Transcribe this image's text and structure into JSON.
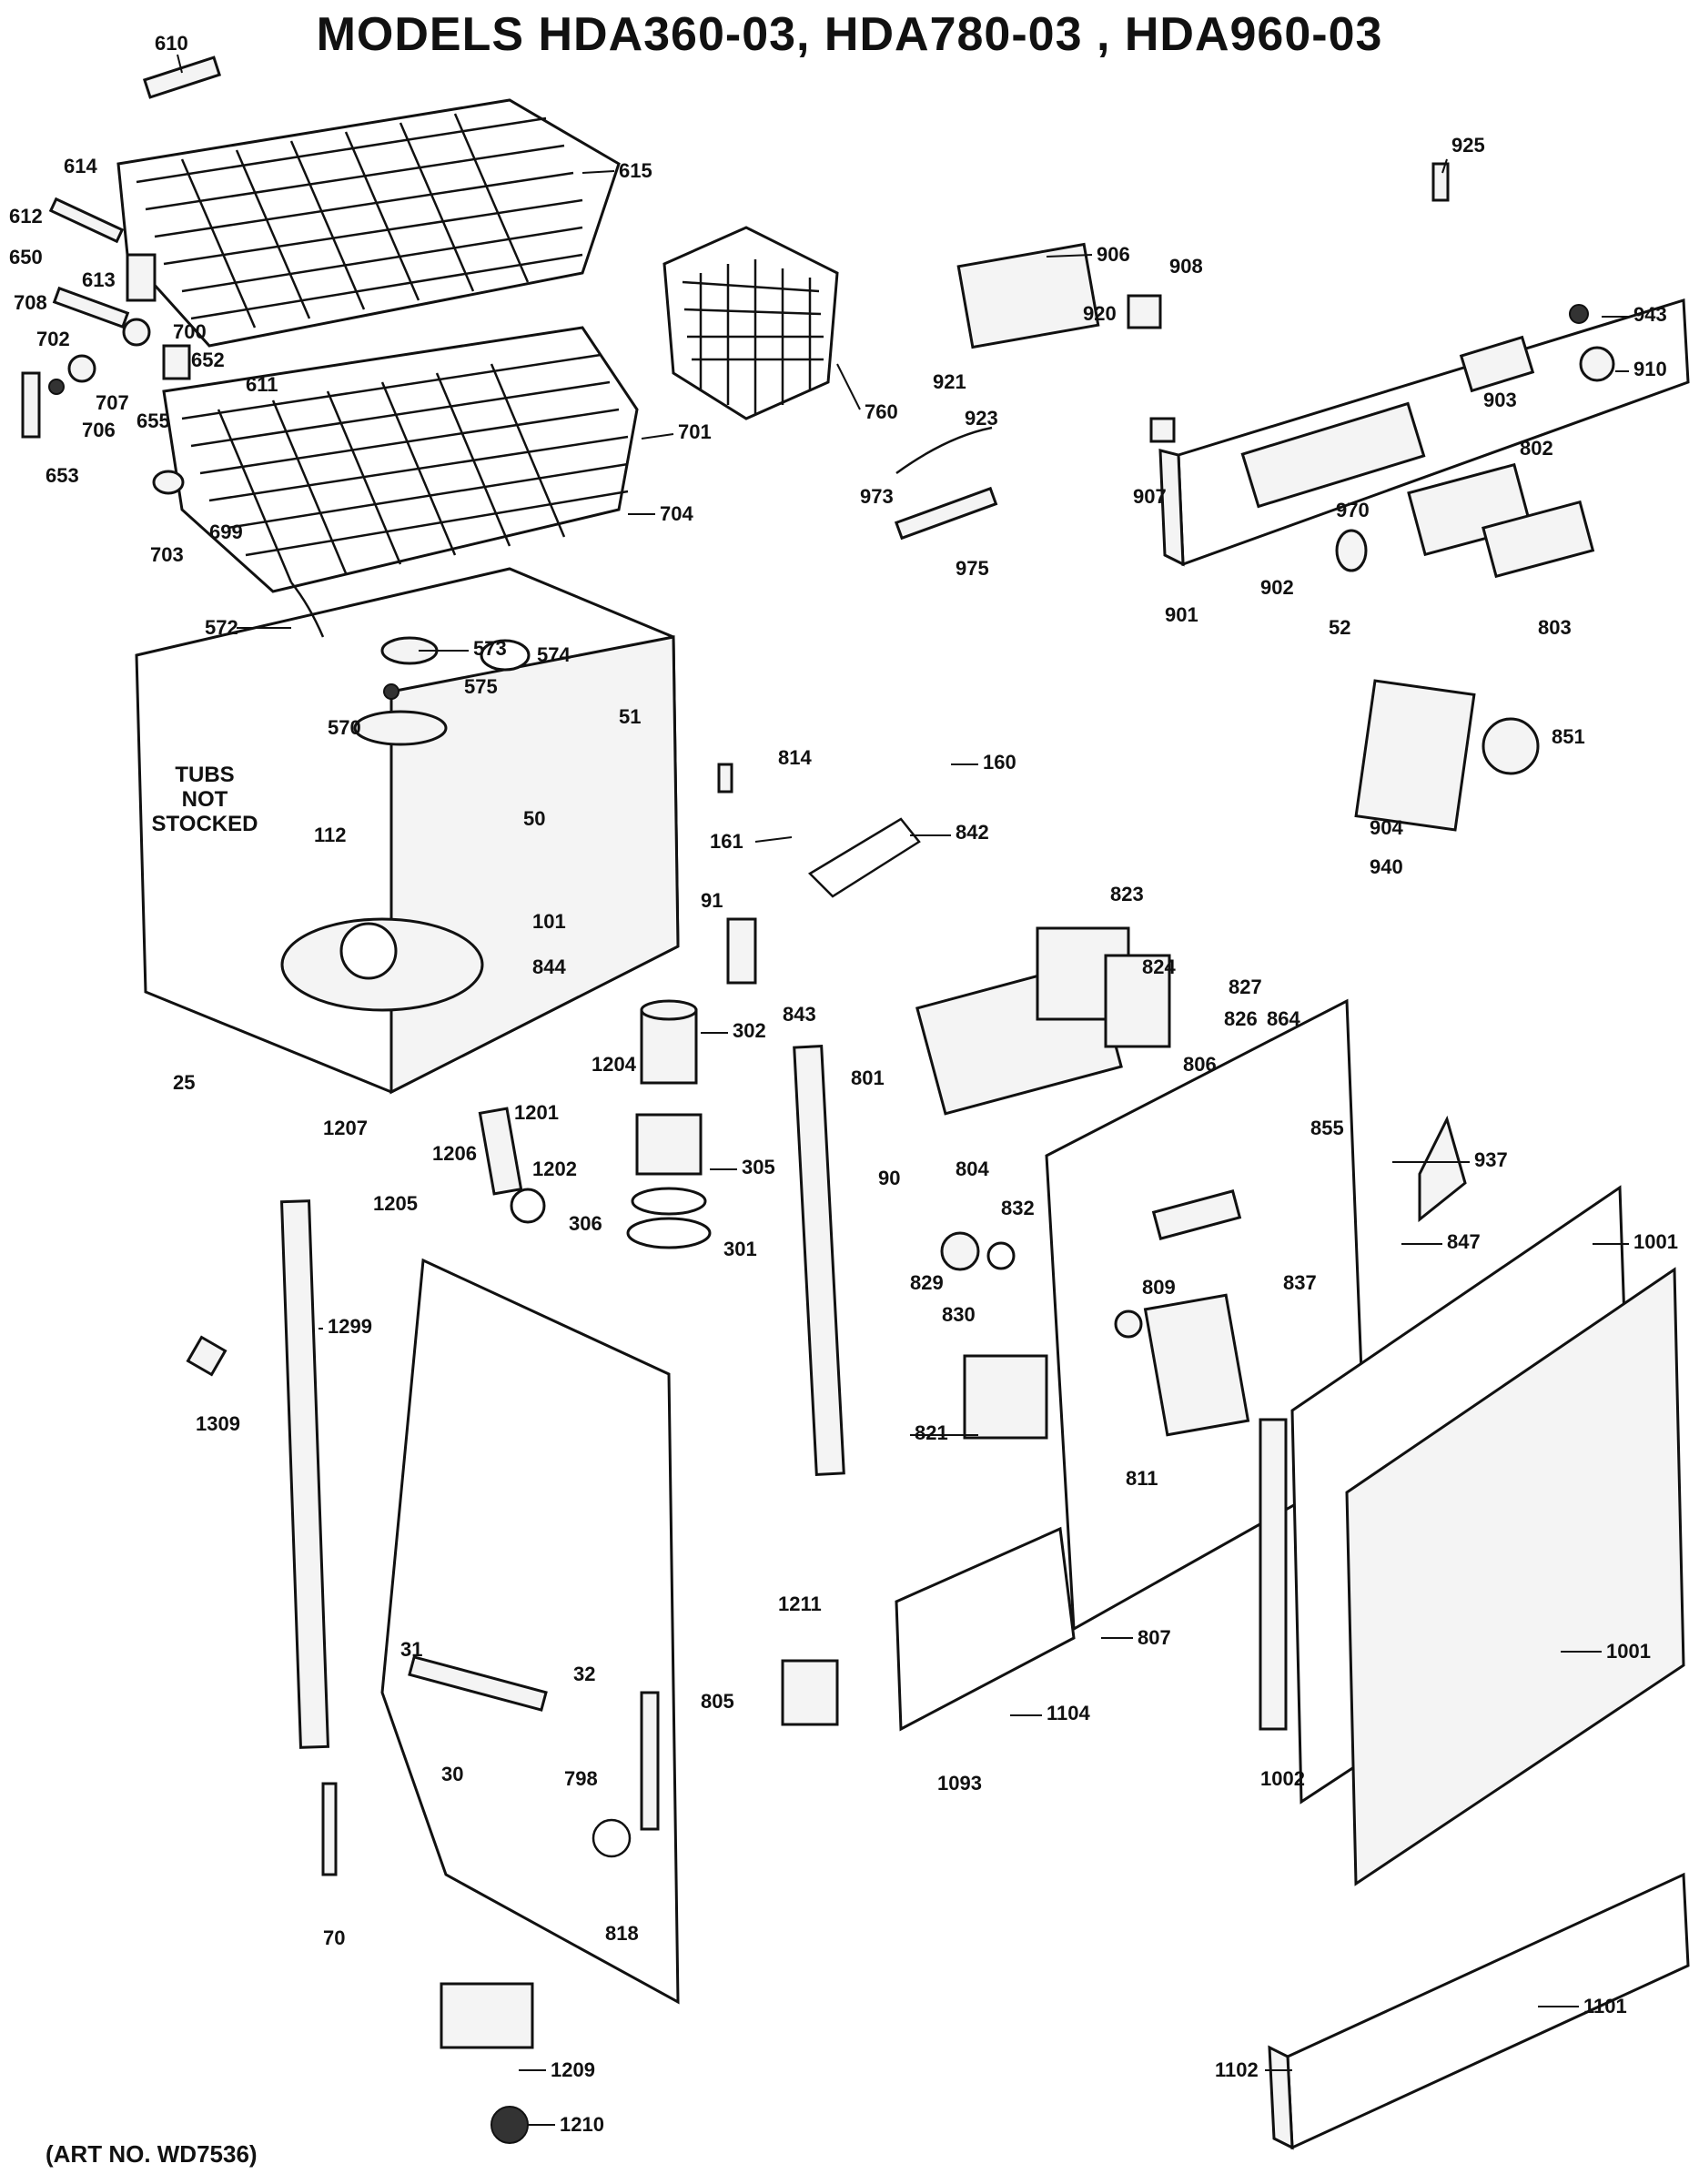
{
  "title": "MODELS HDA360-03, HDA780-03 , HDA960-03",
  "art_number": "(ART NO. WD7536)",
  "tubs_note": [
    "TUBS",
    "NOT",
    "STOCKED"
  ],
  "colors": {
    "ink": "#111111",
    "paper": "#ffffff"
  },
  "part_labels": [
    "610",
    "614",
    "612",
    "650",
    "613",
    "708",
    "702",
    "707",
    "706",
    "653",
    "700",
    "652",
    "611",
    "655",
    "615",
    "701",
    "704",
    "699",
    "703",
    "760",
    "906",
    "908",
    "920",
    "921",
    "923",
    "925",
    "943",
    "910",
    "903",
    "973",
    "975",
    "907",
    "802",
    "901",
    "902",
    "970",
    "803",
    "52",
    "851",
    "904",
    "940",
    "572",
    "573",
    "574",
    "575",
    "570",
    "51",
    "50",
    "112",
    "101",
    "844",
    "25",
    "814",
    "160",
    "161",
    "842",
    "91",
    "843",
    "302",
    "305",
    "306",
    "301",
    "1204",
    "1201",
    "1202",
    "1206",
    "1207",
    "1205",
    "823",
    "824",
    "827",
    "826",
    "864",
    "801",
    "804",
    "832",
    "806",
    "855",
    "937",
    "829",
    "830",
    "809",
    "837",
    "847",
    "1001",
    "821",
    "811",
    "90",
    "1299",
    "1309",
    "31",
    "32",
    "30",
    "798",
    "805",
    "818",
    "70",
    "1211",
    "1104",
    "1093",
    "807",
    "1002",
    "1209",
    "1210",
    "1101",
    "1102"
  ]
}
